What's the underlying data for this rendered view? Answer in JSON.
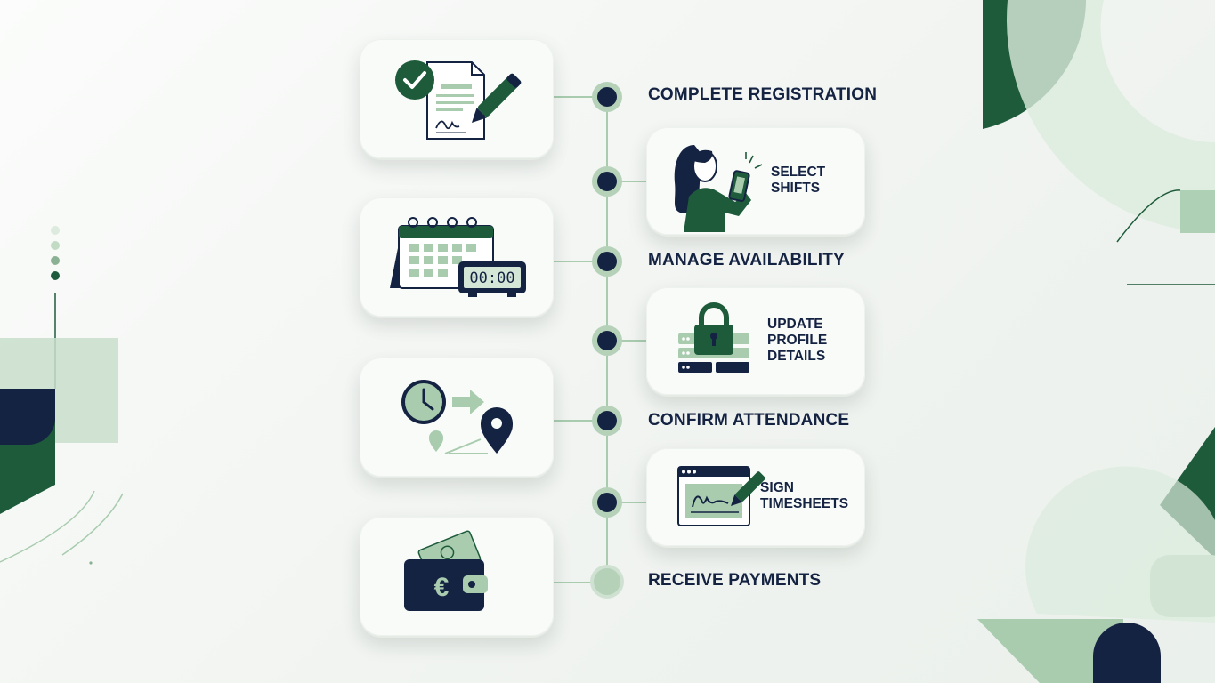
{
  "steps": [
    {
      "id": 1,
      "label": "COMPLETE REGISTRATION",
      "icon": "registration-form-icon",
      "side": "left"
    },
    {
      "id": 2,
      "label": "SELECT SHIFTS",
      "lines": [
        "SELECT",
        "SHIFTS"
      ],
      "icon": "phone-user-icon",
      "side": "right"
    },
    {
      "id": 3,
      "label": "MANAGE AVAILABILITY",
      "icon": "calendar-clock-icon",
      "side": "left"
    },
    {
      "id": 4,
      "label": "UPDATE PROFILE DETAILS",
      "lines": [
        "UPDATE",
        "PROFILE",
        "DETAILS"
      ],
      "icon": "padlock-server-icon",
      "side": "right"
    },
    {
      "id": 5,
      "label": "CONFIRM ATTENDANCE",
      "icon": "clock-location-icon",
      "side": "left"
    },
    {
      "id": 6,
      "label": "SIGN TIMESHEETS",
      "lines": [
        "SIGN",
        "TIMESHEETS"
      ],
      "icon": "signature-window-icon",
      "side": "right"
    },
    {
      "id": 7,
      "label": "RECEIVE PAYMENTS",
      "icon": "wallet-euro-icon",
      "side": "left"
    }
  ],
  "clock_display": "00:00",
  "currency_symbol": "€",
  "colors": {
    "navy": "#152343",
    "dark_green": "#1e5b3a",
    "light_green": "#a9ccaf",
    "pale_green": "#d4e6d6",
    "card_background": "#f9fbf9"
  }
}
